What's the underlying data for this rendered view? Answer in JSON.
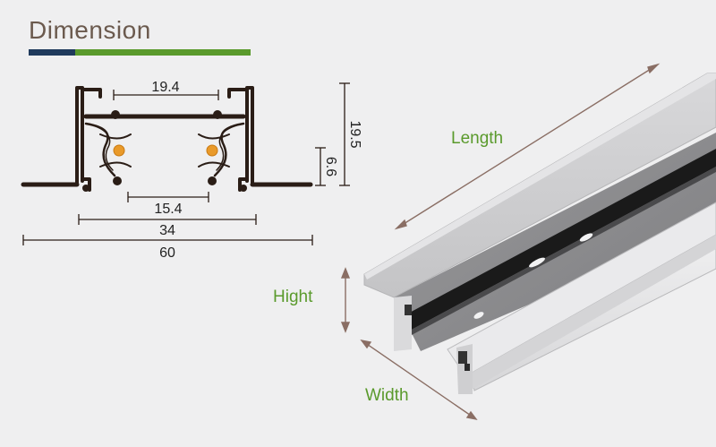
{
  "header": {
    "title": "Dimension",
    "colors": {
      "accent_navy": "#1f3a5c",
      "accent_green": "#5a9a2c"
    }
  },
  "cross_section": {
    "dimensions": {
      "inner_top_width": "19.4",
      "inner_bottom_width": "15.4",
      "body_width": "34",
      "flange_width": "60",
      "total_height": "19.5",
      "lower_height": "6.6"
    }
  },
  "product_view": {
    "length_label": "Length",
    "height_label": "Hight",
    "width_label": "Width"
  }
}
